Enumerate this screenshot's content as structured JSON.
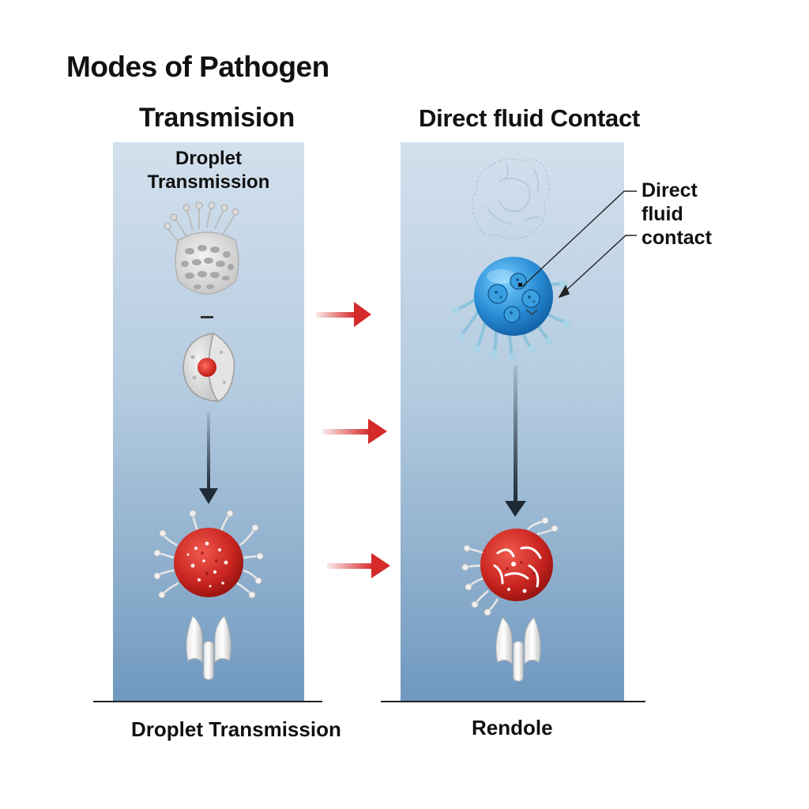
{
  "title": "Modes of Pathogen",
  "left_heading": "Transmision",
  "right_heading": "Direct fluid Contact",
  "left_panel": {
    "label": "Droplet Transmission"
  },
  "right_panel": {
    "callout": "Direct fluid contact"
  },
  "captions": {
    "left": "Droplet Transmission",
    "right": "Rendole"
  },
  "colors": {
    "arrow_red": "#d42a2a",
    "arrow_dark": "#1e2a36",
    "cell_red": "#d43a34",
    "cell_blue": "#2a8ed6",
    "panel_top": "#d3e0ed",
    "panel_bottom": "#6f98bf"
  },
  "icons": [
    "tentacled-cell-icon",
    "half-cell-icon",
    "red-pathogen-icon",
    "blue-fluid-cell-icon",
    "virus-cloud-icon",
    "airway-icon"
  ]
}
